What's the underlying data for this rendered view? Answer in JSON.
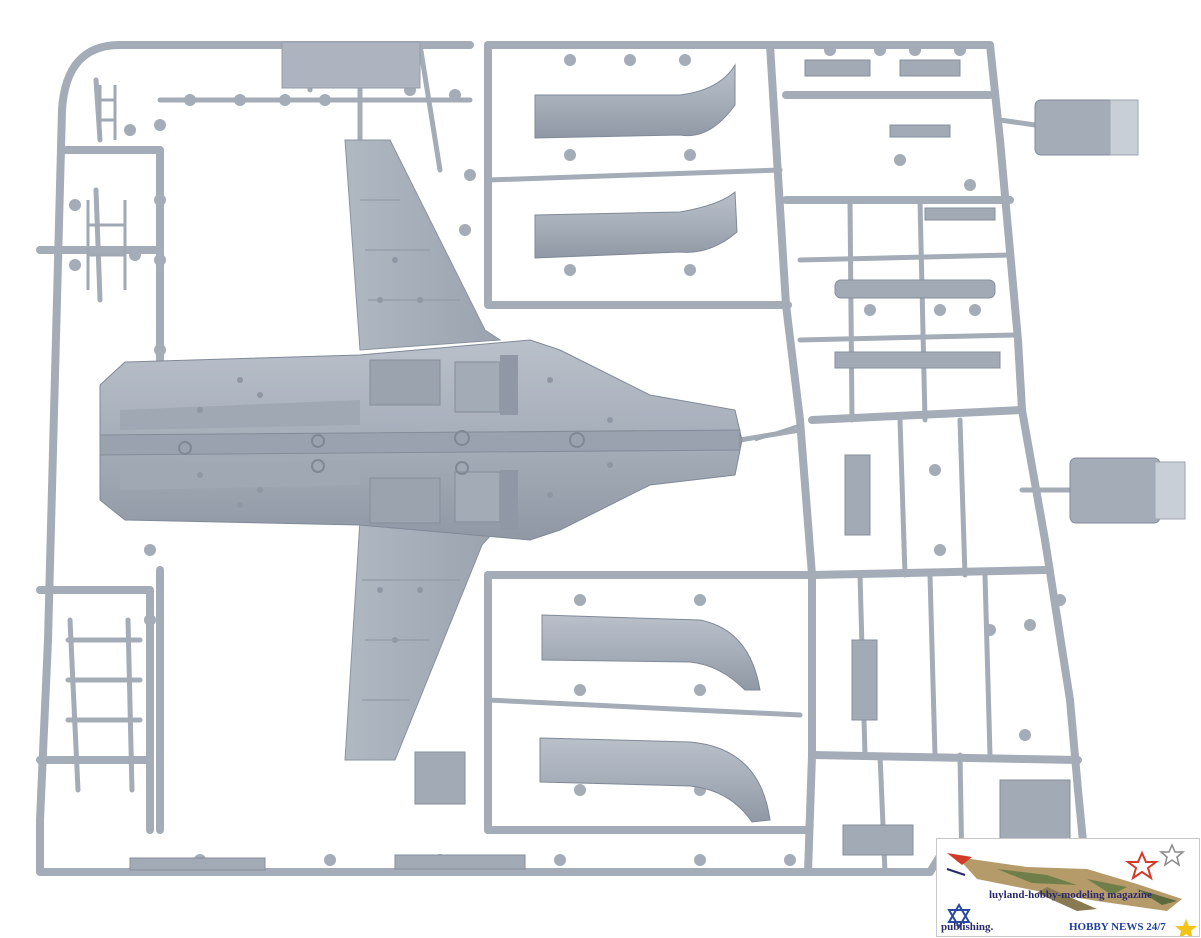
{
  "photo": {
    "subject": "sprue",
    "colors": {
      "plastic": "#a9b1bc",
      "plastic_dark": "#8e97a3",
      "plastic_light": "#c3cad3",
      "background": "#ffffff"
    }
  },
  "watermark": {
    "line1": "luyland-hobby-modeling magazine",
    "line2": "publishing.",
    "line3": "HOBBY NEWS 24/7",
    "colors": {
      "text": "#2a2a6a",
      "accent_blue": "#1d3fa0",
      "star_red": "#d23a2a",
      "star_yellow": "#f2c418",
      "camo_tan": "#b59a6a",
      "camo_green": "#6f7f4a"
    }
  }
}
